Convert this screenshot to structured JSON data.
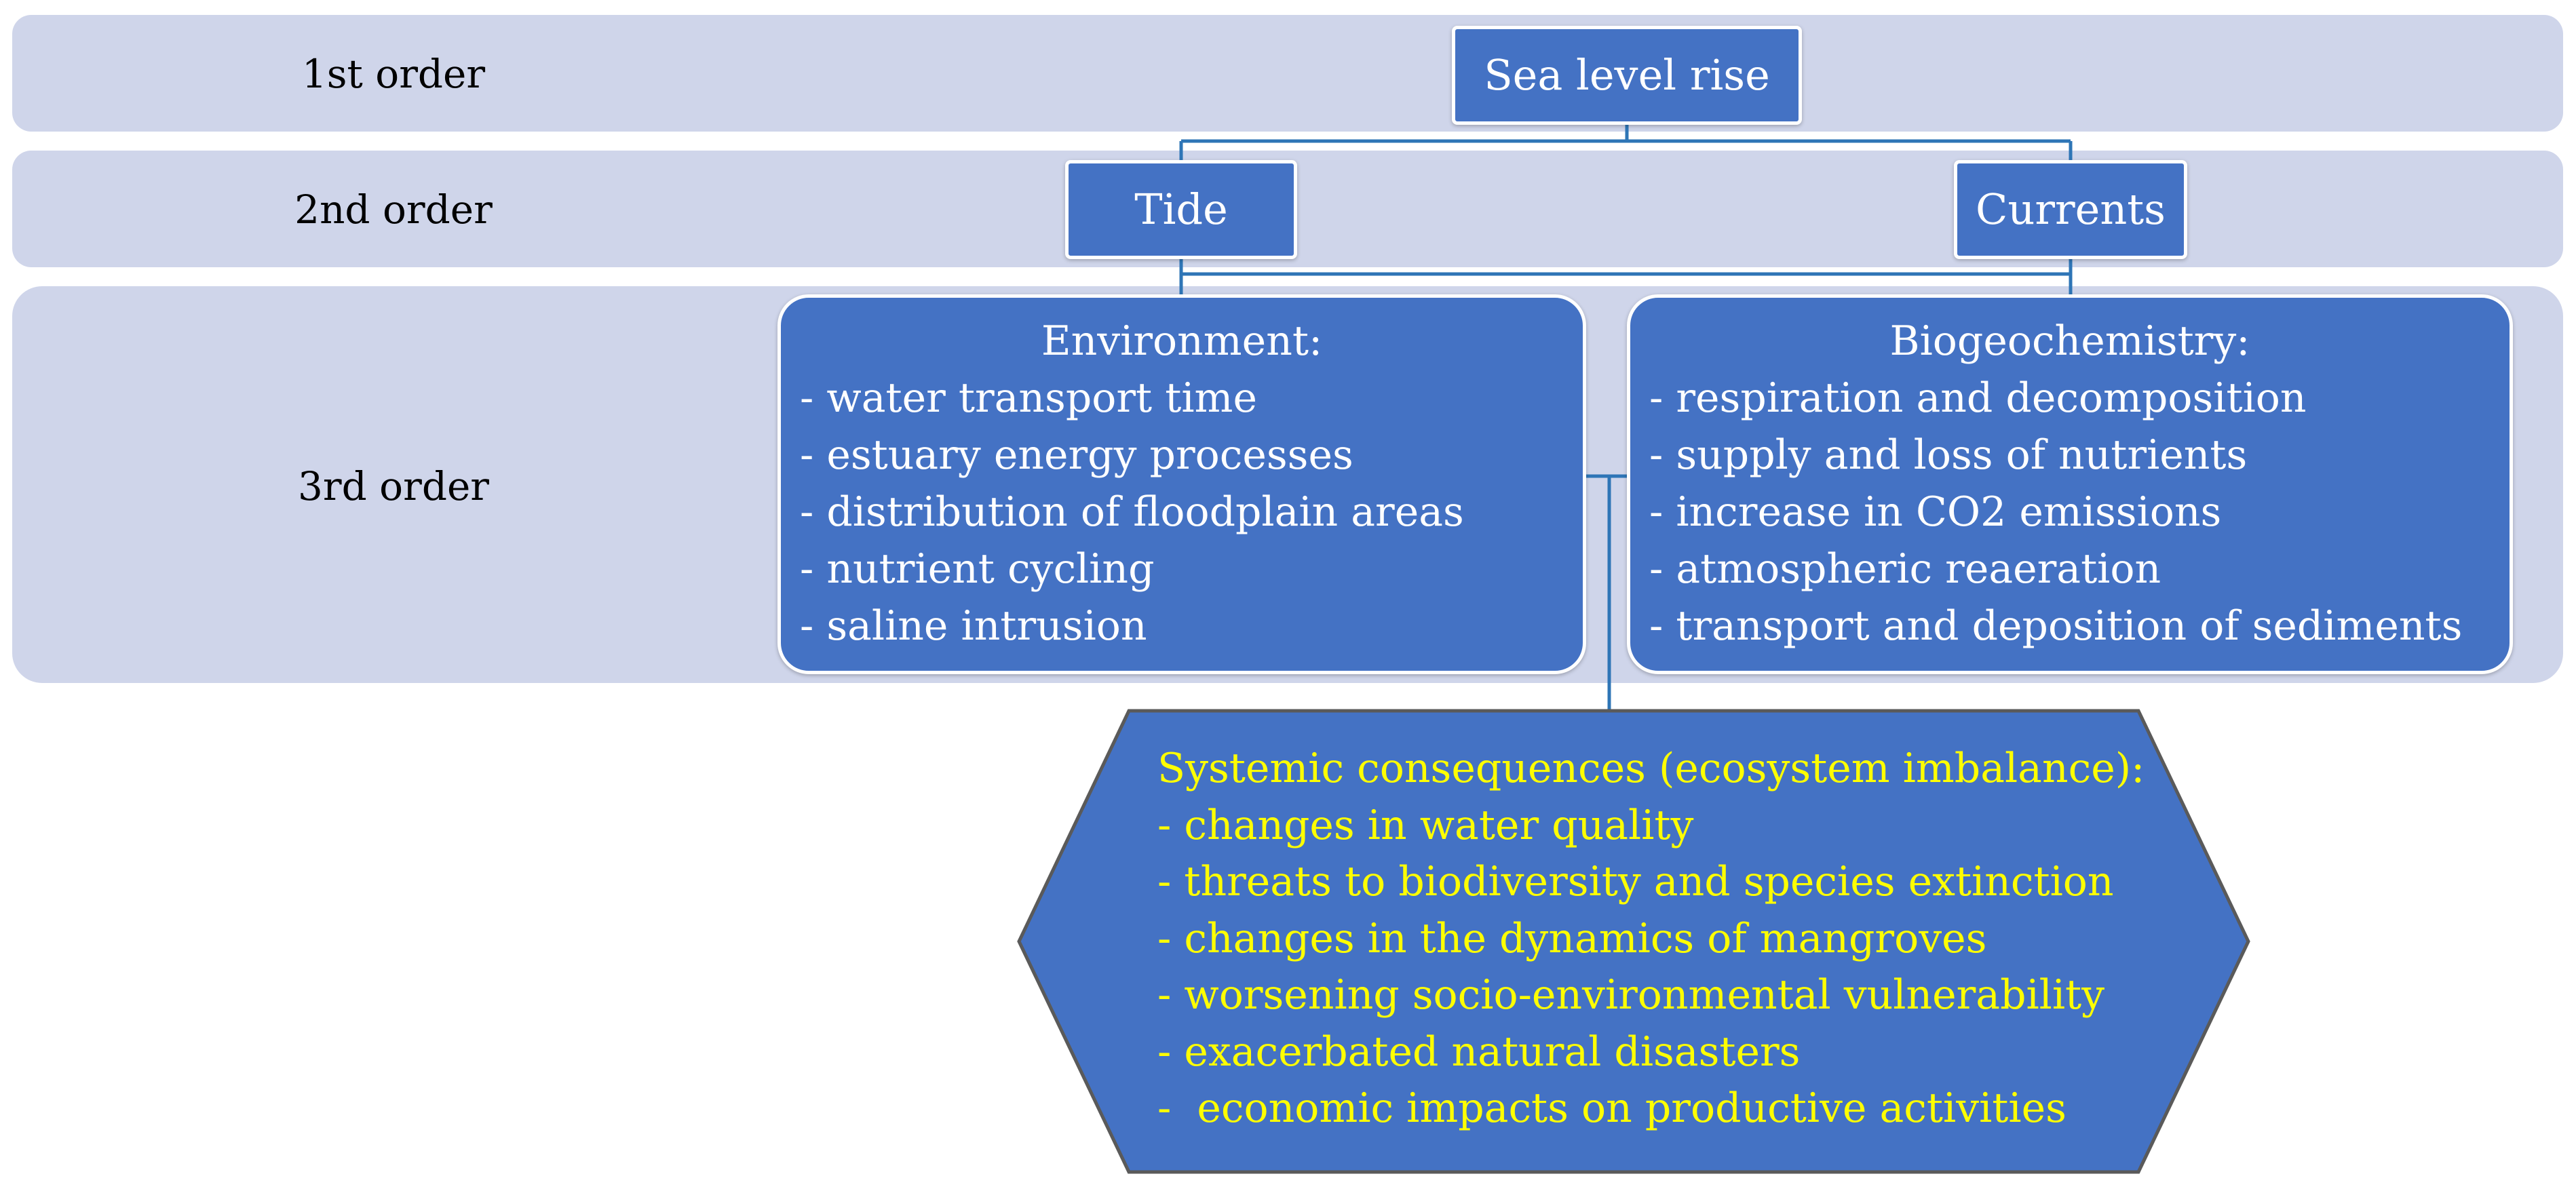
{
  "orders": {
    "first": "1st order",
    "second": "2nd order",
    "third": "3rd order"
  },
  "nodes": {
    "first_order": "Sea level rise",
    "tide": "Tide",
    "currents": "Currents"
  },
  "environment": {
    "title": "Environment:",
    "items": [
      "- water transport time",
      "- estuary energy processes",
      "- distribution of floodplain areas",
      "- nutrient cycling",
      "- saline intrusion"
    ]
  },
  "biogeochemistry": {
    "title": "Biogeochemistry:",
    "items": [
      "- respiration and decomposition",
      "- supply and loss of nutrients",
      "- increase in CO2 emissions",
      "- atmospheric reaeration",
      "- transport and deposition of sediments"
    ]
  },
  "consequences": {
    "title": "Systemic consequences (ecosystem imbalance):",
    "items": [
      "- changes in water quality",
      "- threats to biodiversity and species extinction",
      "- changes in the dynamics of mangroves",
      "- worsening socio-environmental vulnerability",
      "- exacerbated natural disasters",
      "-  economic impacts on productive activities"
    ]
  },
  "colors": {
    "band": "#cfd5ea",
    "node_fill": "#4472c4",
    "connector": "#2e75b6",
    "consequence_text": "#ffff00"
  }
}
